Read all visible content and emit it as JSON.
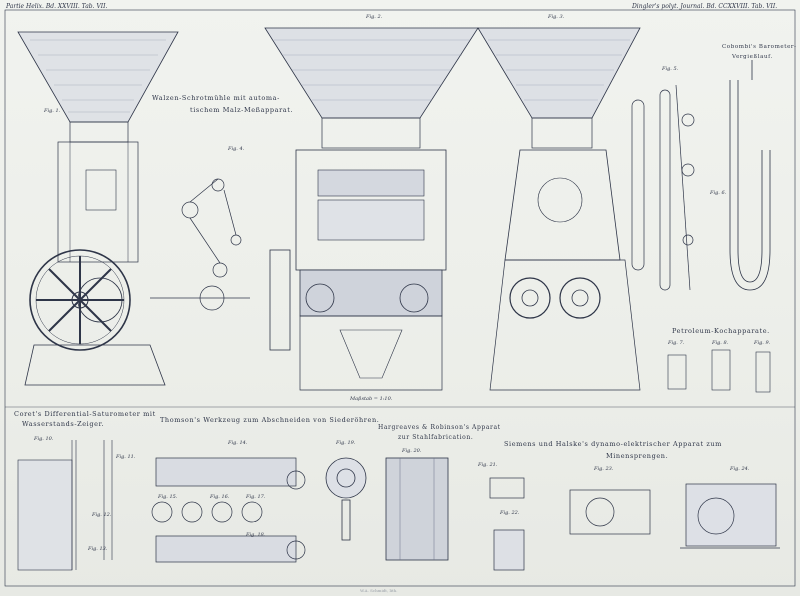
{
  "header": {
    "left": "Partie Helix. Bd. XXVIII. Tab. VII.",
    "right": "Dingler's polyt. Journal. Bd. CCXXVIII. Tab. VII."
  },
  "captions": {
    "walzen": "Walzen-Schrotmühle mit automa-",
    "walzen2": "tischem Malz-Meßapparat.",
    "barometer": "Cobombi's Barometer-",
    "barometer2": "Vergießlauf.",
    "petroleum": "Petroleum-Kochapparate.",
    "coret": "Coret's Differential-Saturometer mit",
    "coret2": "Wasserstands-Zeiger.",
    "thomson": "Thomson's Werkzeug zum Abschneiden von Siederöhren.",
    "hargreaves": "Hargreaves & Robinson's Apparat",
    "hargreaves2": "zur Stahlfabrication.",
    "siemens": "Siemens und Halske's dynamo-elektrischer Apparat zum",
    "siemens2": "Minensprengen."
  },
  "figure_labels": {
    "fig1": "Fig. 1.",
    "fig2": "Fig. 2.",
    "fig3": "Fig. 3.",
    "fig4": "Fig. 4.",
    "fig5": "Fig. 5.",
    "fig6": "Fig. 6.",
    "fig7": "Fig. 7.",
    "fig8": "Fig. 8.",
    "fig9": "Fig. 9.",
    "fig10": "Fig. 10.",
    "fig11": "Fig. 11.",
    "fig12": "Fig. 12.",
    "fig13": "Fig. 13.",
    "fig14": "Fig. 14.",
    "fig15": "Fig. 15.",
    "fig16": "Fig. 16.",
    "fig17": "Fig. 17.",
    "fig18": "Fig. 18.",
    "fig19": "Fig. 19.",
    "fig20": "Fig. 20.",
    "fig21": "Fig. 21.",
    "fig22": "Fig. 22.",
    "fig23": "Fig. 23.",
    "fig24": "Fig. 24."
  },
  "scale_note": "Maßstab = 1:10.",
  "footer": "W.A. Schmidt, lith."
}
